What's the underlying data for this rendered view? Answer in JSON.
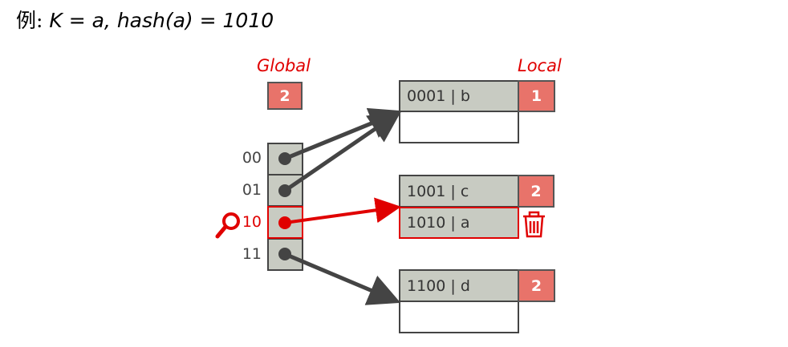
{
  "heading": {
    "prefix": "例: ",
    "formula": "K = a, hash(a) = 1010"
  },
  "global": {
    "label": "Global",
    "depth": "2"
  },
  "local_label": "Local",
  "directory": [
    {
      "label": "00",
      "target": 0,
      "highlighted": false
    },
    {
      "label": "01",
      "target": 0,
      "highlighted": false
    },
    {
      "label": "10",
      "target": 1,
      "highlighted": true
    },
    {
      "label": "11",
      "target": 2,
      "highlighted": false
    }
  ],
  "buckets": [
    {
      "local_depth": "1",
      "slots": [
        "0001 | b",
        ""
      ]
    },
    {
      "local_depth": "2",
      "slots": [
        "1001 | c",
        "1010 | a"
      ],
      "highlighted_slot": 1
    },
    {
      "local_depth": "2",
      "slots": [
        "1100 | d",
        ""
      ]
    }
  ],
  "icons": {
    "search": "magnifier-icon",
    "delete": "trash-icon"
  },
  "colors": {
    "highlight": "#e00000",
    "depth_box": "#e8736a",
    "cell_fill": "#c8cbc2",
    "pointer": "#444444"
  }
}
